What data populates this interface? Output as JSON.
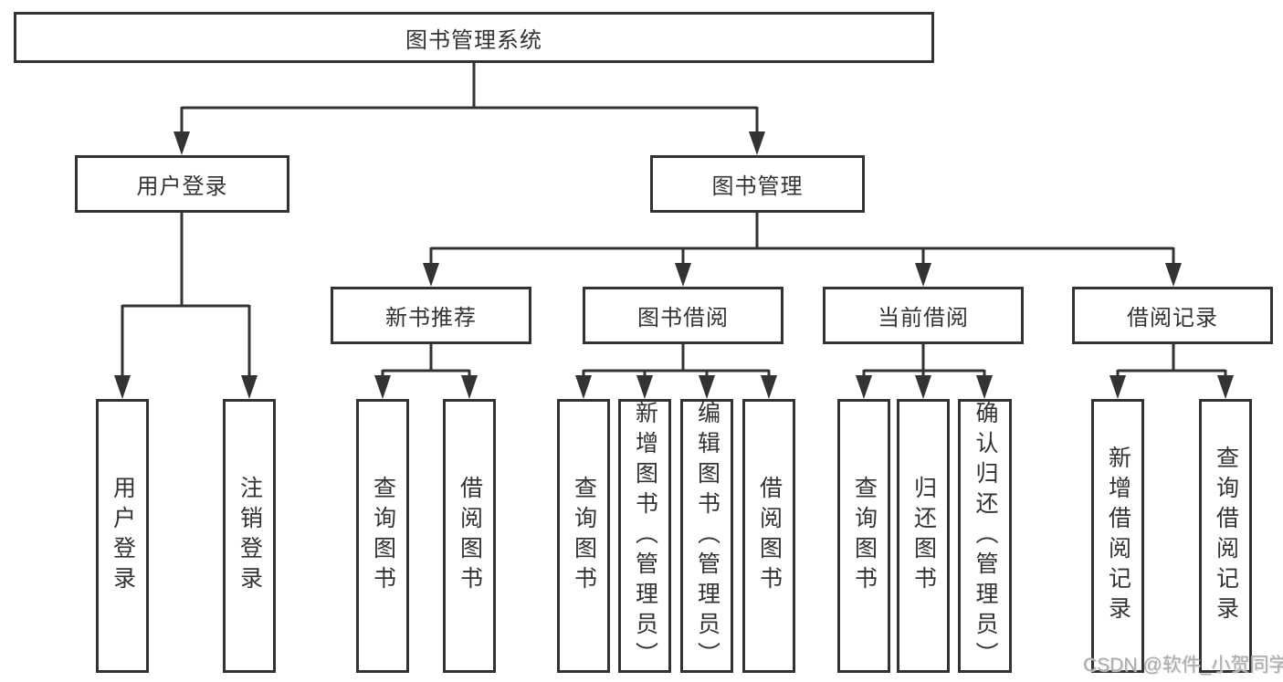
{
  "watermark": "CSDN @软件_小贺同学",
  "colors": {
    "line": "#333333",
    "box_border": "#333333",
    "text": "#333333",
    "background": "#ffffff",
    "watermark_text": "#ababab"
  },
  "tree": {
    "label": "图书管理系统",
    "children": [
      {
        "label": "用户登录",
        "children": [
          {
            "label": "用户登录"
          },
          {
            "label": "注销登录"
          }
        ]
      },
      {
        "label": "图书管理",
        "children": [
          {
            "label": "新书推荐",
            "children": [
              {
                "label": "查询图书"
              },
              {
                "label": "借阅图书"
              }
            ]
          },
          {
            "label": "图书借阅",
            "children": [
              {
                "label": "查询图书"
              },
              {
                "label": "新增图书（管理员）"
              },
              {
                "label": "编辑图书（管理员）"
              },
              {
                "label": "借阅图书"
              }
            ]
          },
          {
            "label": "当前借阅",
            "children": [
              {
                "label": "查询图书"
              },
              {
                "label": "归还图书"
              },
              {
                "label": "确认归还（管理员）"
              }
            ]
          },
          {
            "label": "借阅记录",
            "children": [
              {
                "label": "新增借阅记录"
              },
              {
                "label": "查询借阅记录"
              }
            ]
          }
        ]
      }
    ]
  }
}
